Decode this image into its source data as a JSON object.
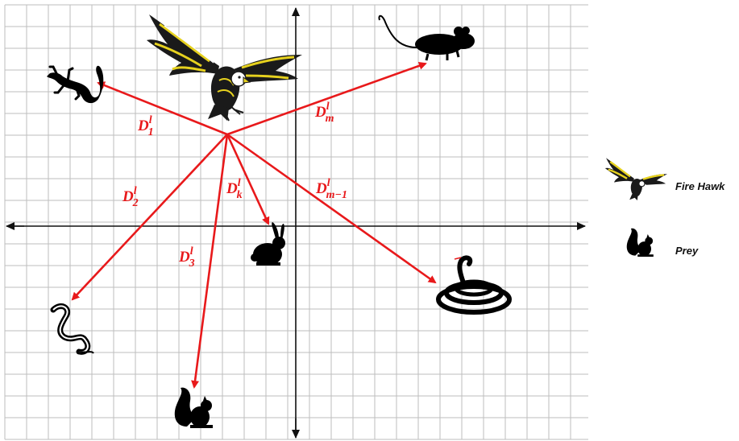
{
  "diagram": {
    "labels": {
      "d1": {
        "base": "D",
        "sup": "l",
        "sub": "1"
      },
      "dm": {
        "base": "D",
        "sup": "l",
        "sub": "m"
      },
      "d2": {
        "base": "D",
        "sup": "l",
        "sub": "2"
      },
      "dk": {
        "base": "D",
        "sup": "l",
        "sub": "k"
      },
      "dm1": {
        "base": "D",
        "sup": "l",
        "sub": "m−1"
      },
      "d3": {
        "base": "D",
        "sup": "l",
        "sub": "3"
      }
    },
    "colors": {
      "arrow": "#e8191b",
      "grid": "#bdbdbd",
      "axis": "#111111",
      "hawk_accent": "#e6d11e"
    }
  },
  "legend": {
    "hawk_label": "Fire Hawk",
    "prey_label": "Prey"
  },
  "icons": [
    "hawk-icon",
    "lizard-icon",
    "mouse-icon",
    "rabbit-icon",
    "snake-icon",
    "coiled-snake-icon",
    "squirrel-icon"
  ]
}
